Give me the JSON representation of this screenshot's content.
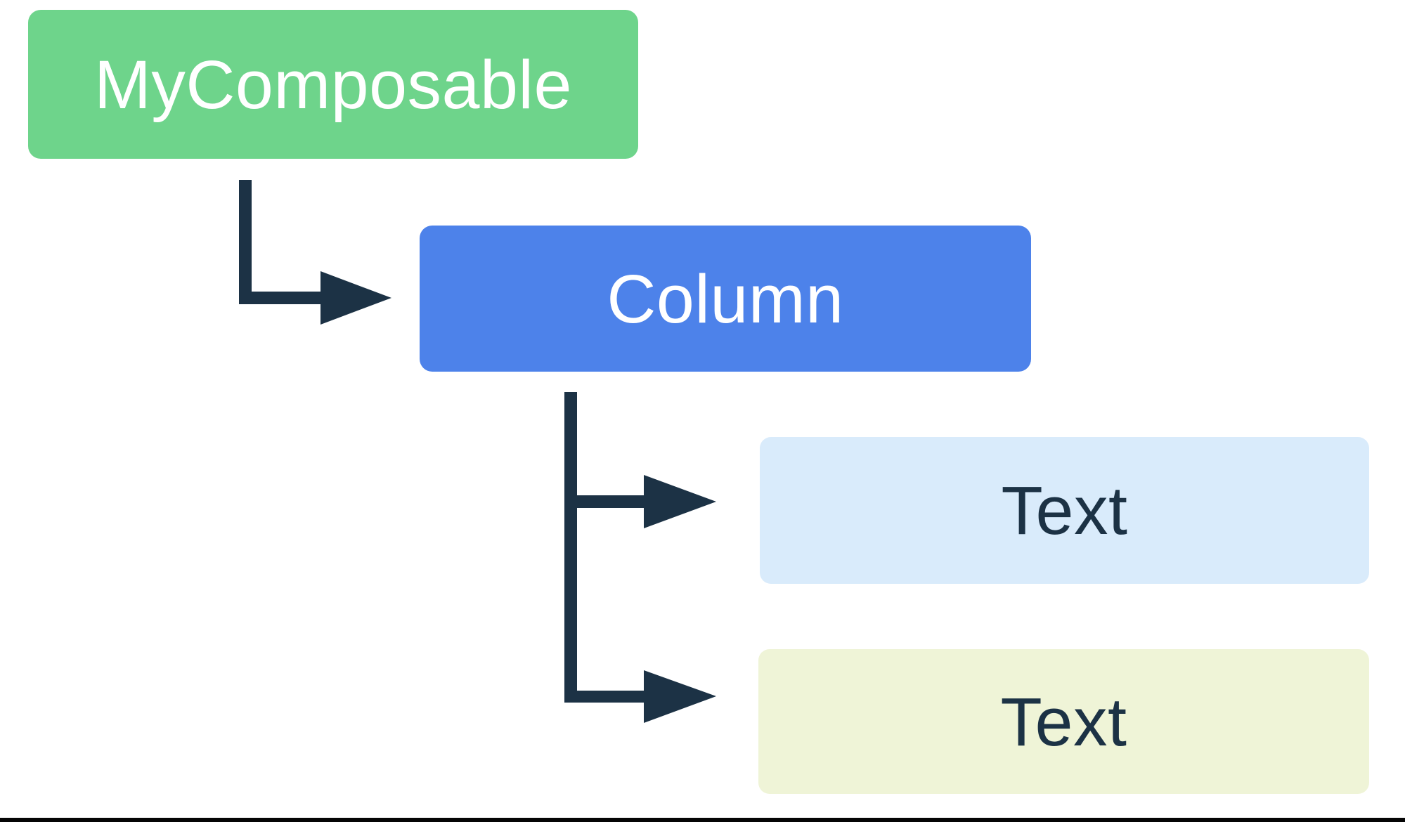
{
  "colors": {
    "background": "#ffffff",
    "arrow": "#1c3245",
    "bottom_border": "#050505"
  },
  "nodes": {
    "root": {
      "label": "MyComposable",
      "fill": "#6ed48b",
      "text_color": "#ffffff"
    },
    "column": {
      "label": "Column",
      "fill": "#4d82ea",
      "text_color": "#ffffff"
    },
    "text1": {
      "label": "Text",
      "fill": "#d9ebfb",
      "text_color": "#1c3245"
    },
    "text2": {
      "label": "Text",
      "fill": "#eff4d7",
      "text_color": "#1c3245"
    }
  }
}
